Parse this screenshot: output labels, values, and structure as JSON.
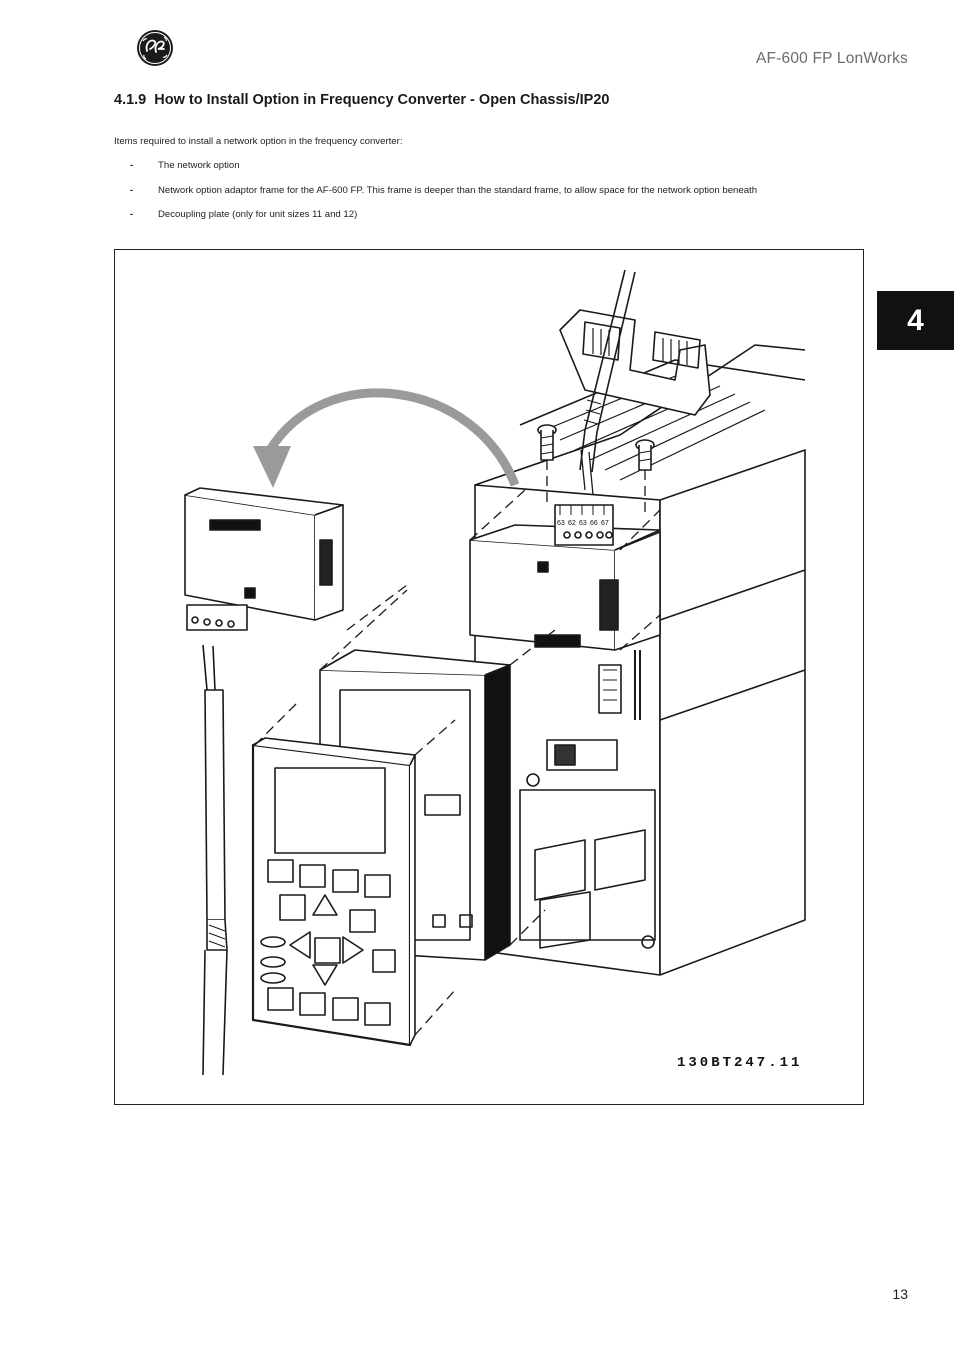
{
  "header": {
    "doc_title": "AF-600 FP LonWorks"
  },
  "section": {
    "number": "4.1.9",
    "title": "How to Install Option in Frequency Converter - Open Chassis/IP20"
  },
  "intro": "Items required to install a network option in the frequency converter:",
  "items": [
    {
      "bullet": "-",
      "text": "The network option"
    },
    {
      "bullet": "-",
      "text": "Network option adaptor frame for the AF-600 FP. This frame is deeper than the standard frame, to allow space for the network option beneath"
    },
    {
      "bullet": "-",
      "text": "Decoupling plate (only for unit sizes 11 and 12)"
    }
  ],
  "chapter_tab": "4",
  "figure": {
    "code": "130BT247.11",
    "terminal_labels": [
      "63",
      "62",
      "63",
      "66",
      "67"
    ]
  },
  "page_number": "13",
  "colors": {
    "tab_background": "#111111",
    "header_text": "#6b6b6b",
    "arrow": "#9a9a9a"
  },
  "icons": {
    "logo": "ge-monogram-logo"
  }
}
